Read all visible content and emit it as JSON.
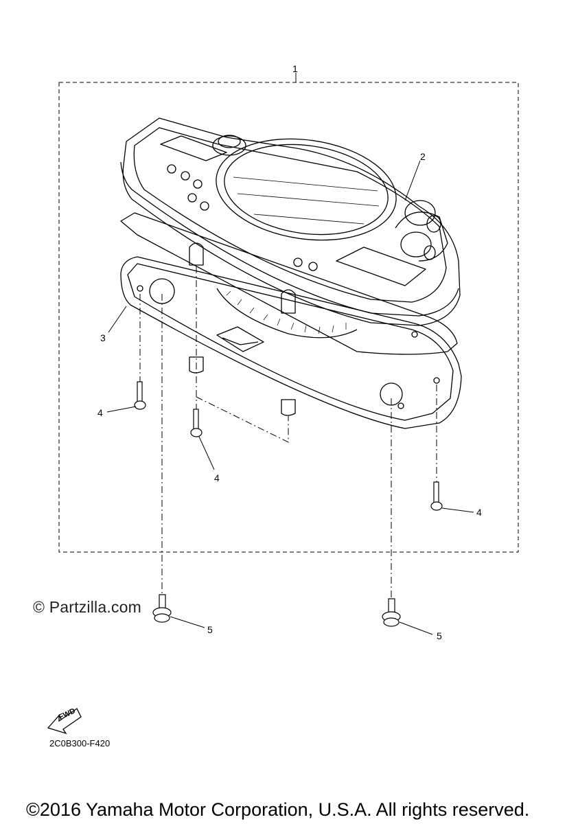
{
  "callouts": {
    "c1": "1",
    "c2": "2",
    "c3": "3",
    "c4a": "4",
    "c4b": "4",
    "c4c": "4",
    "c5a": "5",
    "c5b": "5"
  },
  "watermark": "© Partzilla.com",
  "fwd_label": "FWD",
  "part_code": "2C0B300-F420",
  "copyright": "©2016 Yamaha Motor Corporation, U.S.A. All rights reserved."
}
